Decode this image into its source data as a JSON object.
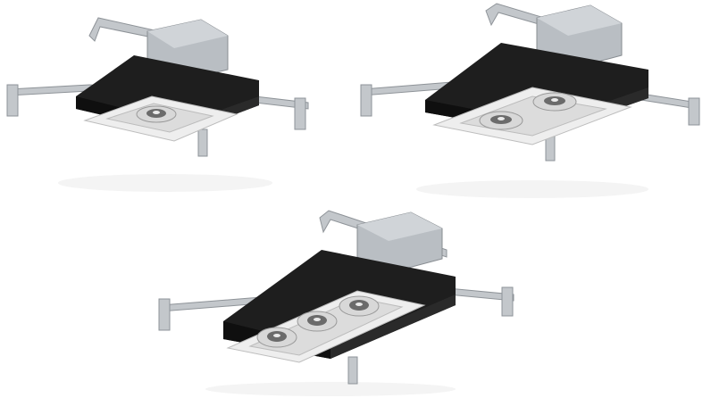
{
  "fixtures": [
    {
      "id": "single",
      "lamps": 1
    },
    {
      "id": "double",
      "lamps": 2
    },
    {
      "id": "triple",
      "lamps": 3
    }
  ],
  "colors": {
    "housing": "#1e1e1e",
    "housing_side": "#0f0f0f",
    "junction_box": "#b9bec3",
    "bracket": "#c3c7cb",
    "trim": "#eeeeee",
    "lamp_ring": "#d8d8d8",
    "lamp_core": "#6b6b6b"
  }
}
